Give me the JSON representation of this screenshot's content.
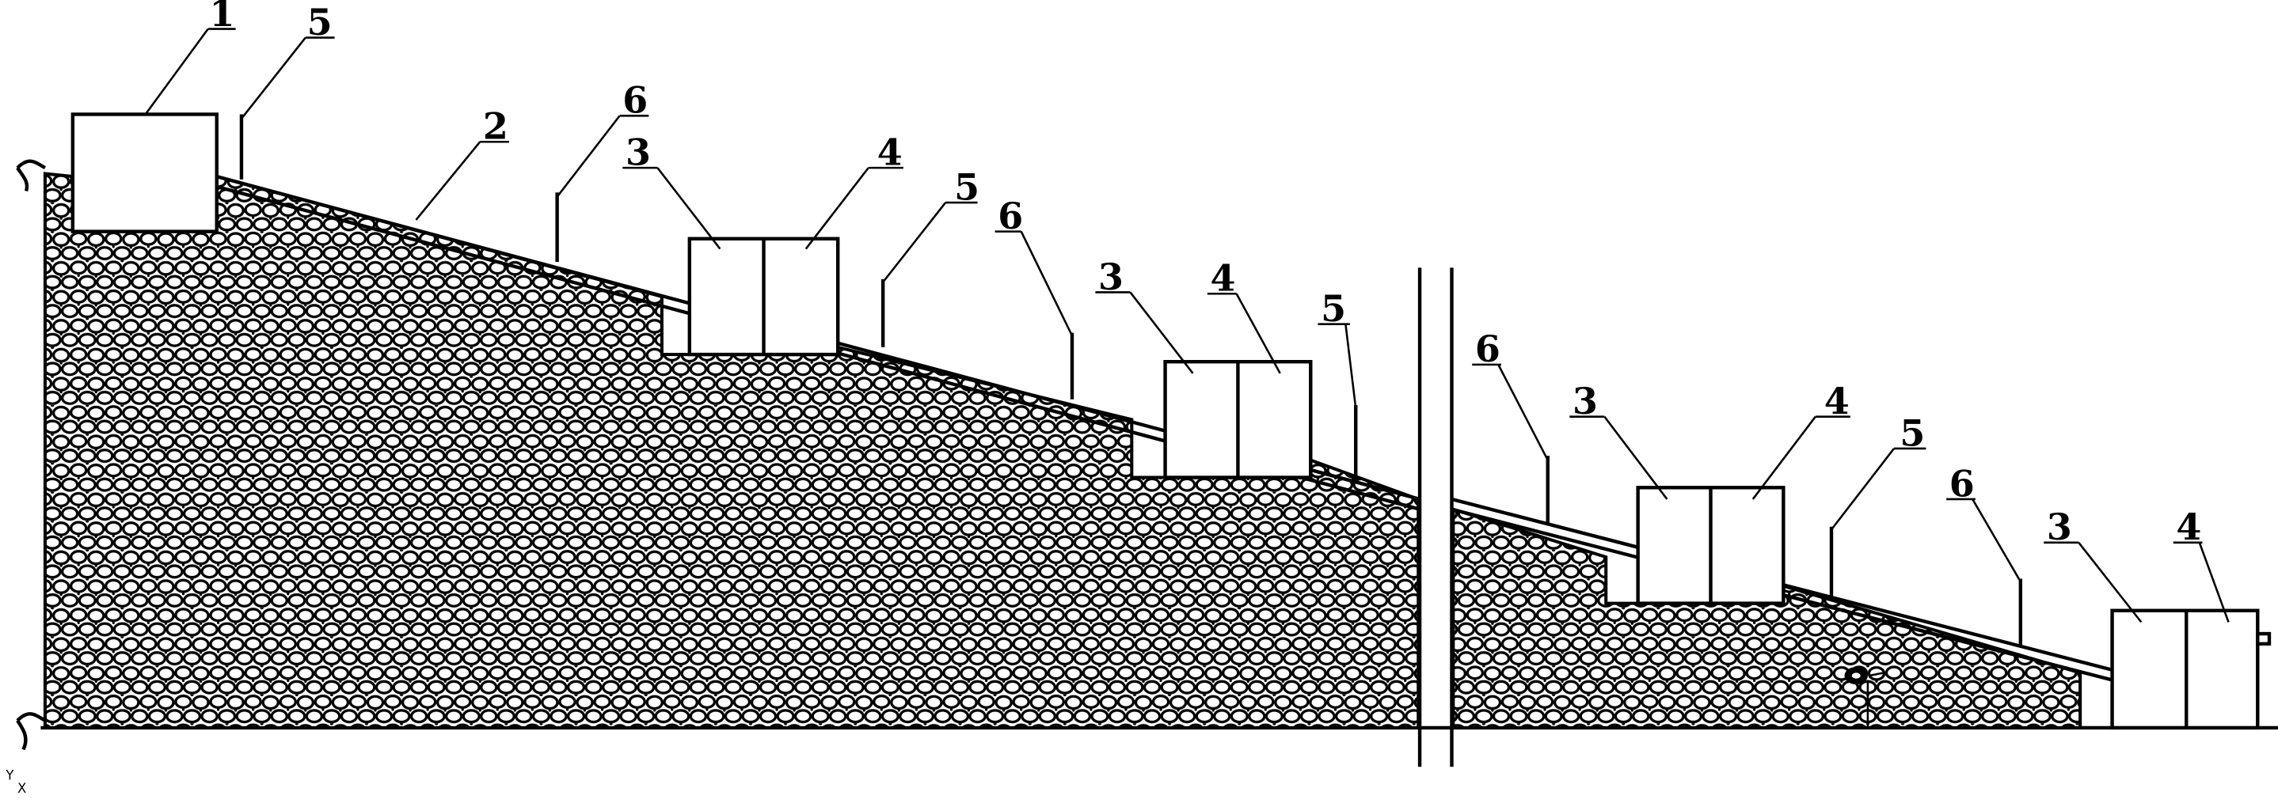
{
  "labels": {
    "one": "1",
    "two": "2",
    "three": "3",
    "four": "4",
    "five": "5",
    "six": "6"
  },
  "corner_marks": {
    "top": "Y",
    "bottom": "X"
  },
  "colors": {
    "ink": "#000000",
    "background": "#ffffff"
  }
}
